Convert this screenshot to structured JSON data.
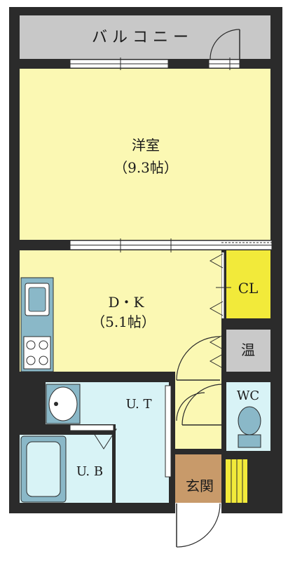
{
  "rooms": {
    "balcony": {
      "label": "バ ル コ ニ ー"
    },
    "western_room": {
      "label": "洋室",
      "size": "（9.3帖）"
    },
    "dk": {
      "label": "D・K",
      "size": "（5.1帖）"
    },
    "closet": {
      "label": "CL"
    },
    "water_heater": {
      "label": "温"
    },
    "utility": {
      "label": "U. T"
    },
    "toilet": {
      "label": "WC"
    },
    "bath": {
      "label": "U. B"
    },
    "entrance": {
      "label": "玄関"
    }
  },
  "colors": {
    "wall": "#2b2b2b",
    "balcony": "#c8c8c8",
    "room": "#fbf8b3",
    "closet": "#f2ea3a",
    "water_heater": "#c9c9c9",
    "wet_area": "#d8f3f6",
    "fixture": "#8ab8c8",
    "entrance": "#c89a6a",
    "shoe_rack": "#f2ea3a"
  },
  "icons": [
    "door-swing-icon",
    "sliding-window-icon",
    "kitchen-sink-icon",
    "stove-icon",
    "washbasin-icon",
    "toilet-icon",
    "bathtub-icon"
  ]
}
